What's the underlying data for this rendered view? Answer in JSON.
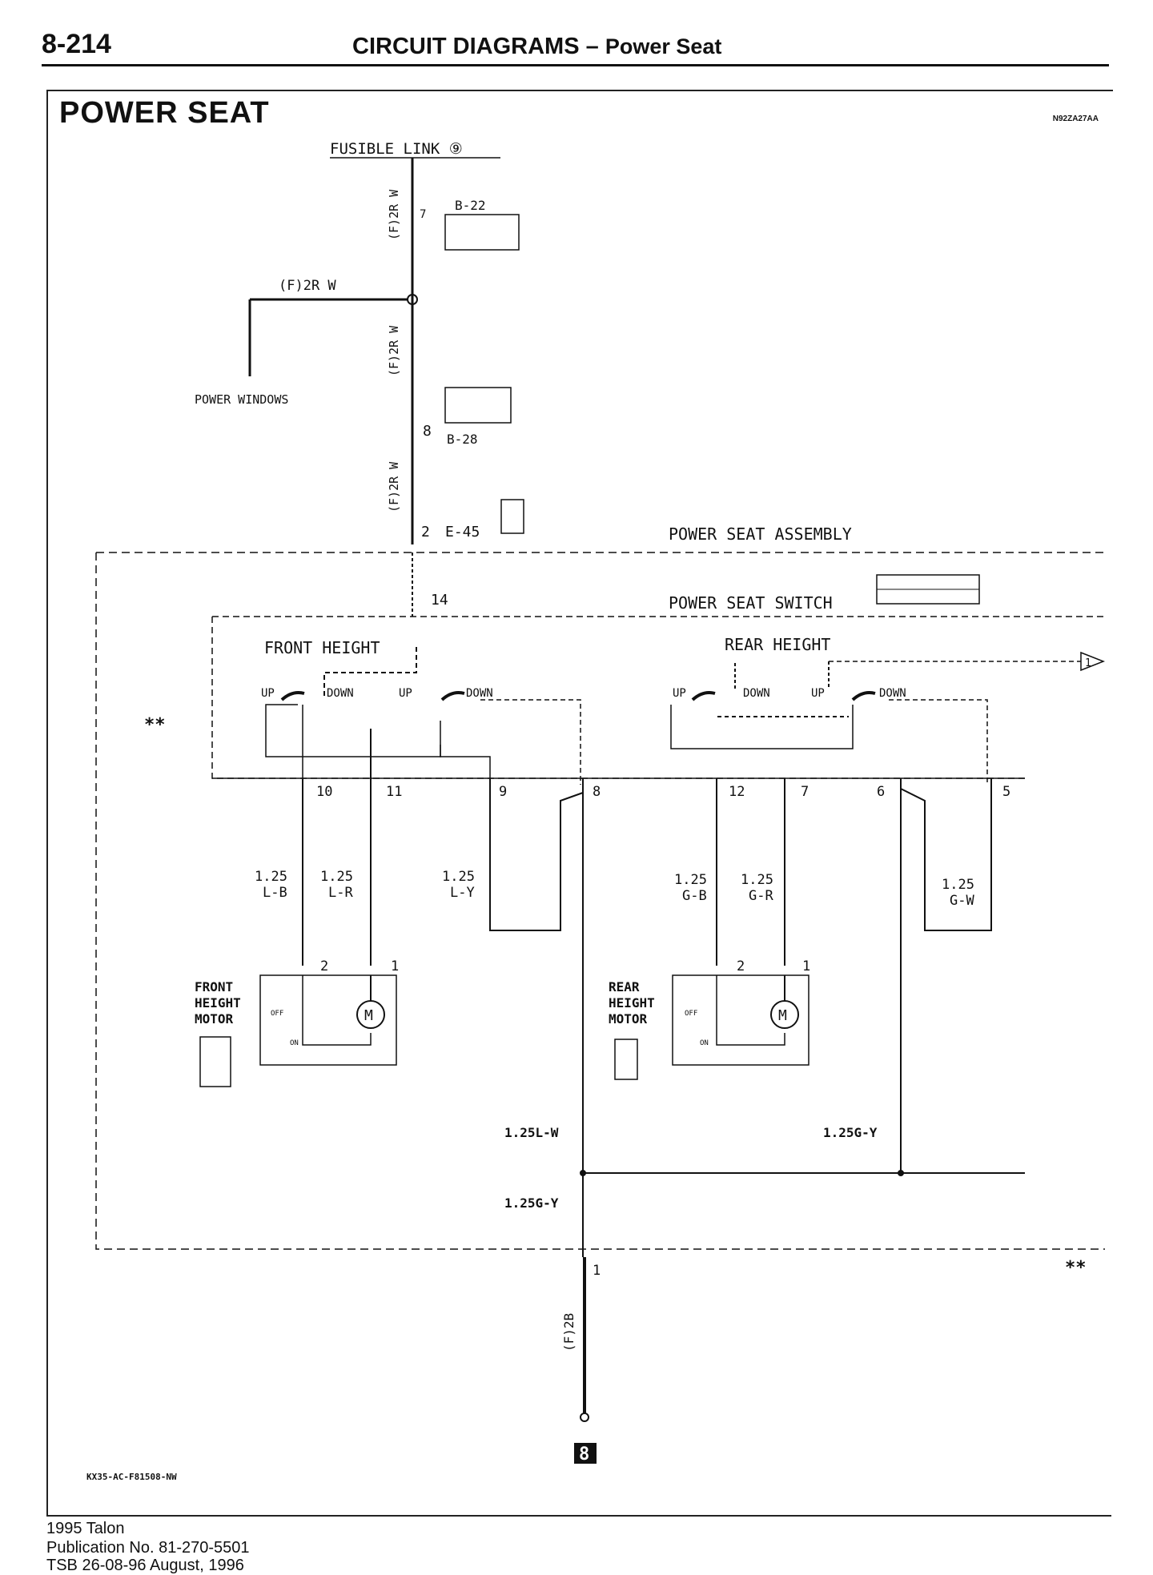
{
  "header": {
    "page_number": "8-214",
    "section": "CIRCUIT DIAGRAMS",
    "separator": "–",
    "subsection": "Power Seat"
  },
  "diagram": {
    "title": "POWER SEAT",
    "code": "N92ZA27AA",
    "fusible_link": "FUSIBLE LINK ⑨",
    "power_windows": "POWER WINDOWS",
    "wire_f2r_w_top": "(F)2R W",
    "wire_f2r_w_branch": "(F)2R W",
    "wire_f2r_w_mid": "(F)2R W",
    "wire_f2r_w_low": "(F)2R W",
    "conn_b22": "B-22",
    "conn_b22_lower": "B-28",
    "pin_7": "7",
    "pin_8": "8",
    "pin_2": "2",
    "conn_e45": "E-45",
    "assembly_label": "POWER SEAT ASSEMBLY",
    "switch_label": "POWER SEAT SWITCH",
    "pin_14": "14",
    "front_height": "FRONT HEIGHT",
    "rear_height": "REAR HEIGHT",
    "up": "UP",
    "down": "DOWN",
    "double_star": "**",
    "arrow_ref": "1",
    "terminal_pins": [
      "10",
      "11",
      "9",
      "8",
      "12",
      "7",
      "6",
      "5"
    ],
    "wire_labels": [
      {
        "size": "1.25",
        "color": "L-B"
      },
      {
        "size": "1.25",
        "color": "L-R"
      },
      {
        "size": "1.25",
        "color": "L-Y"
      },
      {
        "size": "1.25",
        "color": "G-B"
      },
      {
        "size": "1.25",
        "color": "G-R"
      },
      {
        "size": "1.25",
        "color": "G-W"
      }
    ],
    "motor_pin_2": "2",
    "motor_pin_1": "1",
    "front_motor": [
      "FRONT",
      "HEIGHT",
      "MOTOR"
    ],
    "rear_motor": [
      "REAR",
      "HEIGHT",
      "MOTOR"
    ],
    "off": "OFF",
    "on": "ON",
    "motor_symbol": "M",
    "wire_125lw": "1.25L-W",
    "wire_125gy_right": "1.25G-Y",
    "wire_125gy_bottom": "1.25G-Y",
    "pin_1_bottom": "1",
    "wire_f2b": "(F)2B",
    "ground_number": "8",
    "drawing_code": "KX35-AC-F81508-NW"
  },
  "footer": {
    "line1": "1995 Talon",
    "line2": "Publication No. 81-270-5501",
    "line3": "TSB 26-08-96   August, 1996"
  }
}
